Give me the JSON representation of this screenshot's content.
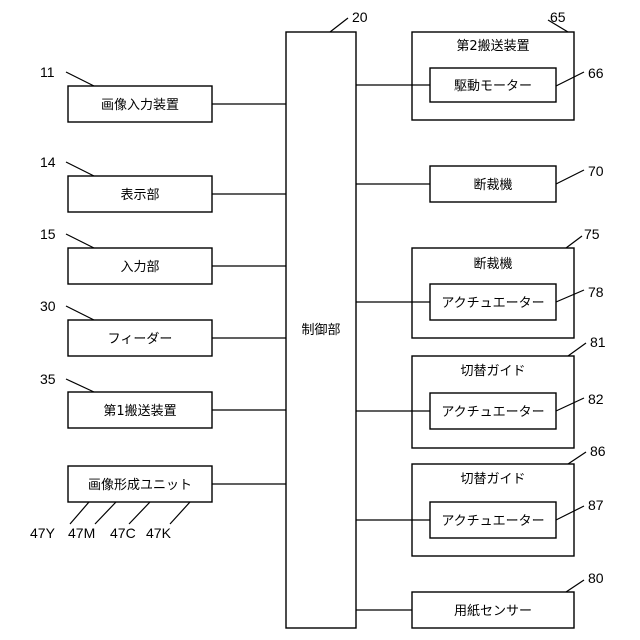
{
  "controller": {
    "label": "制御部",
    "ref": "20"
  },
  "left": [
    {
      "label": "画像入力装置",
      "ref": "11"
    },
    {
      "label": "表示部",
      "ref": "14"
    },
    {
      "label": "入力部",
      "ref": "15"
    },
    {
      "label": "フィーダー",
      "ref": "30"
    },
    {
      "label": "第1搬送装置",
      "ref": "35"
    },
    {
      "label": "画像形成ユニット",
      "subs": [
        "47Y",
        "47M",
        "47C",
        "47K"
      ]
    }
  ],
  "right": [
    {
      "label": "第2搬送装置",
      "ref": "65",
      "inner": {
        "label": "駆動モーター",
        "ref": "66"
      }
    },
    {
      "label": "断裁機",
      "ref": "70"
    },
    {
      "label": "断裁機",
      "ref": "75",
      "inner": {
        "label": "アクチュエーター",
        "ref": "78"
      }
    },
    {
      "label": "切替ガイド",
      "ref": "81",
      "inner": {
        "label": "アクチュエーター",
        "ref": "82"
      }
    },
    {
      "label": "切替ガイド",
      "ref": "86",
      "inner": {
        "label": "アクチュエーター",
        "ref": "87"
      }
    },
    {
      "label": "用紙センサー",
      "ref": "80"
    }
  ]
}
